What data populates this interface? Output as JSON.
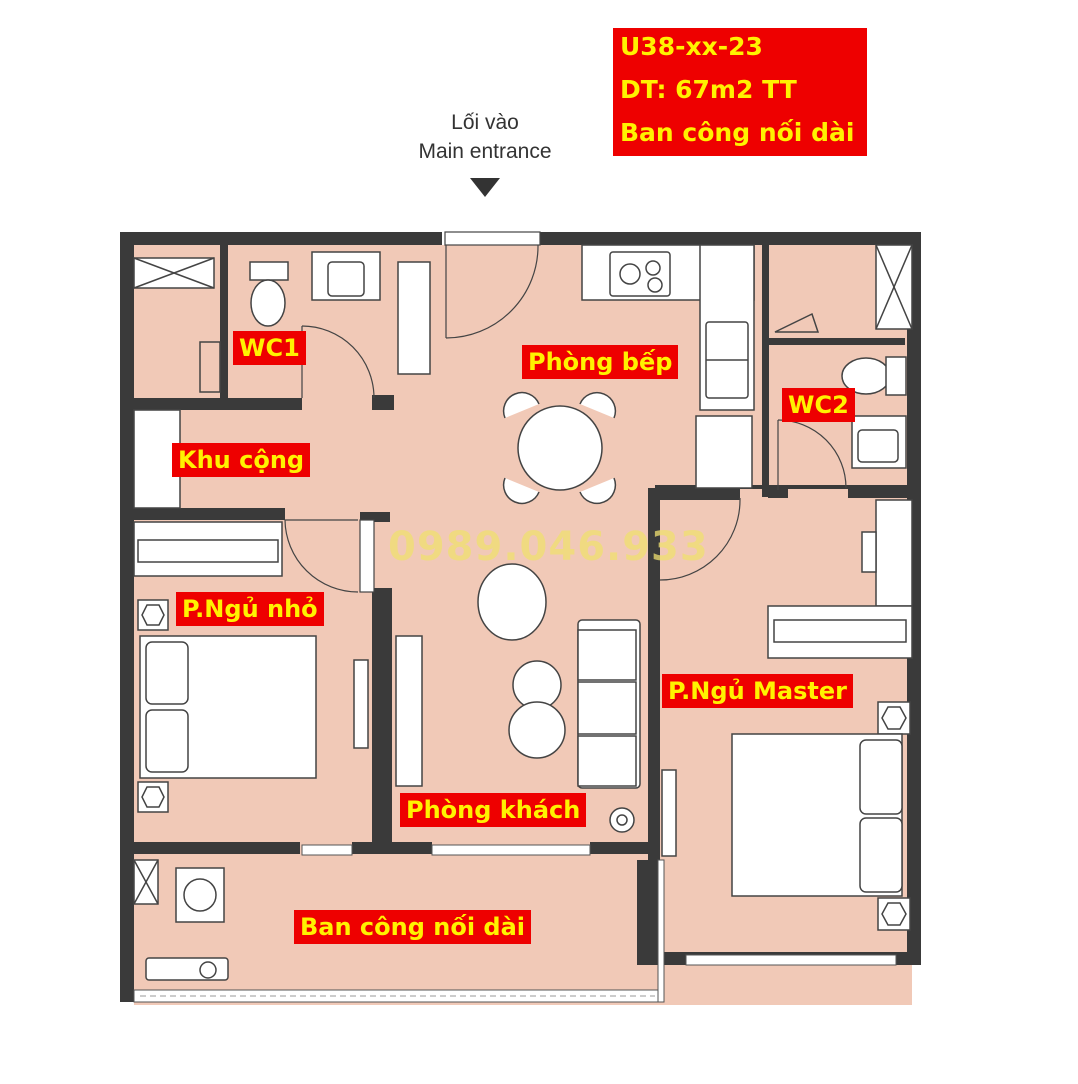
{
  "header": {
    "unit_code": "U38-xx-23",
    "area": "DT: 67m2 TT",
    "feature": "Ban công nối dài"
  },
  "entrance": {
    "label_vi": "Lối vào",
    "label_en": "Main entrance"
  },
  "rooms": {
    "wc1": "WC1",
    "wc2": "WC2",
    "kitchen": "Phòng bếp",
    "common_area": "Khu cộng",
    "small_bedroom": "P.Ngủ nhỏ",
    "master_bedroom": "P.Ngủ Master",
    "living_room": "Phòng khách",
    "balcony": "Ban công nối dài"
  },
  "watermark": {
    "phone": "0989.046.933"
  },
  "colors": {
    "floor": "#f1c9b7",
    "wall": "#3a3a3a",
    "label_bg": "#ee0000",
    "label_text": "#fff200"
  }
}
